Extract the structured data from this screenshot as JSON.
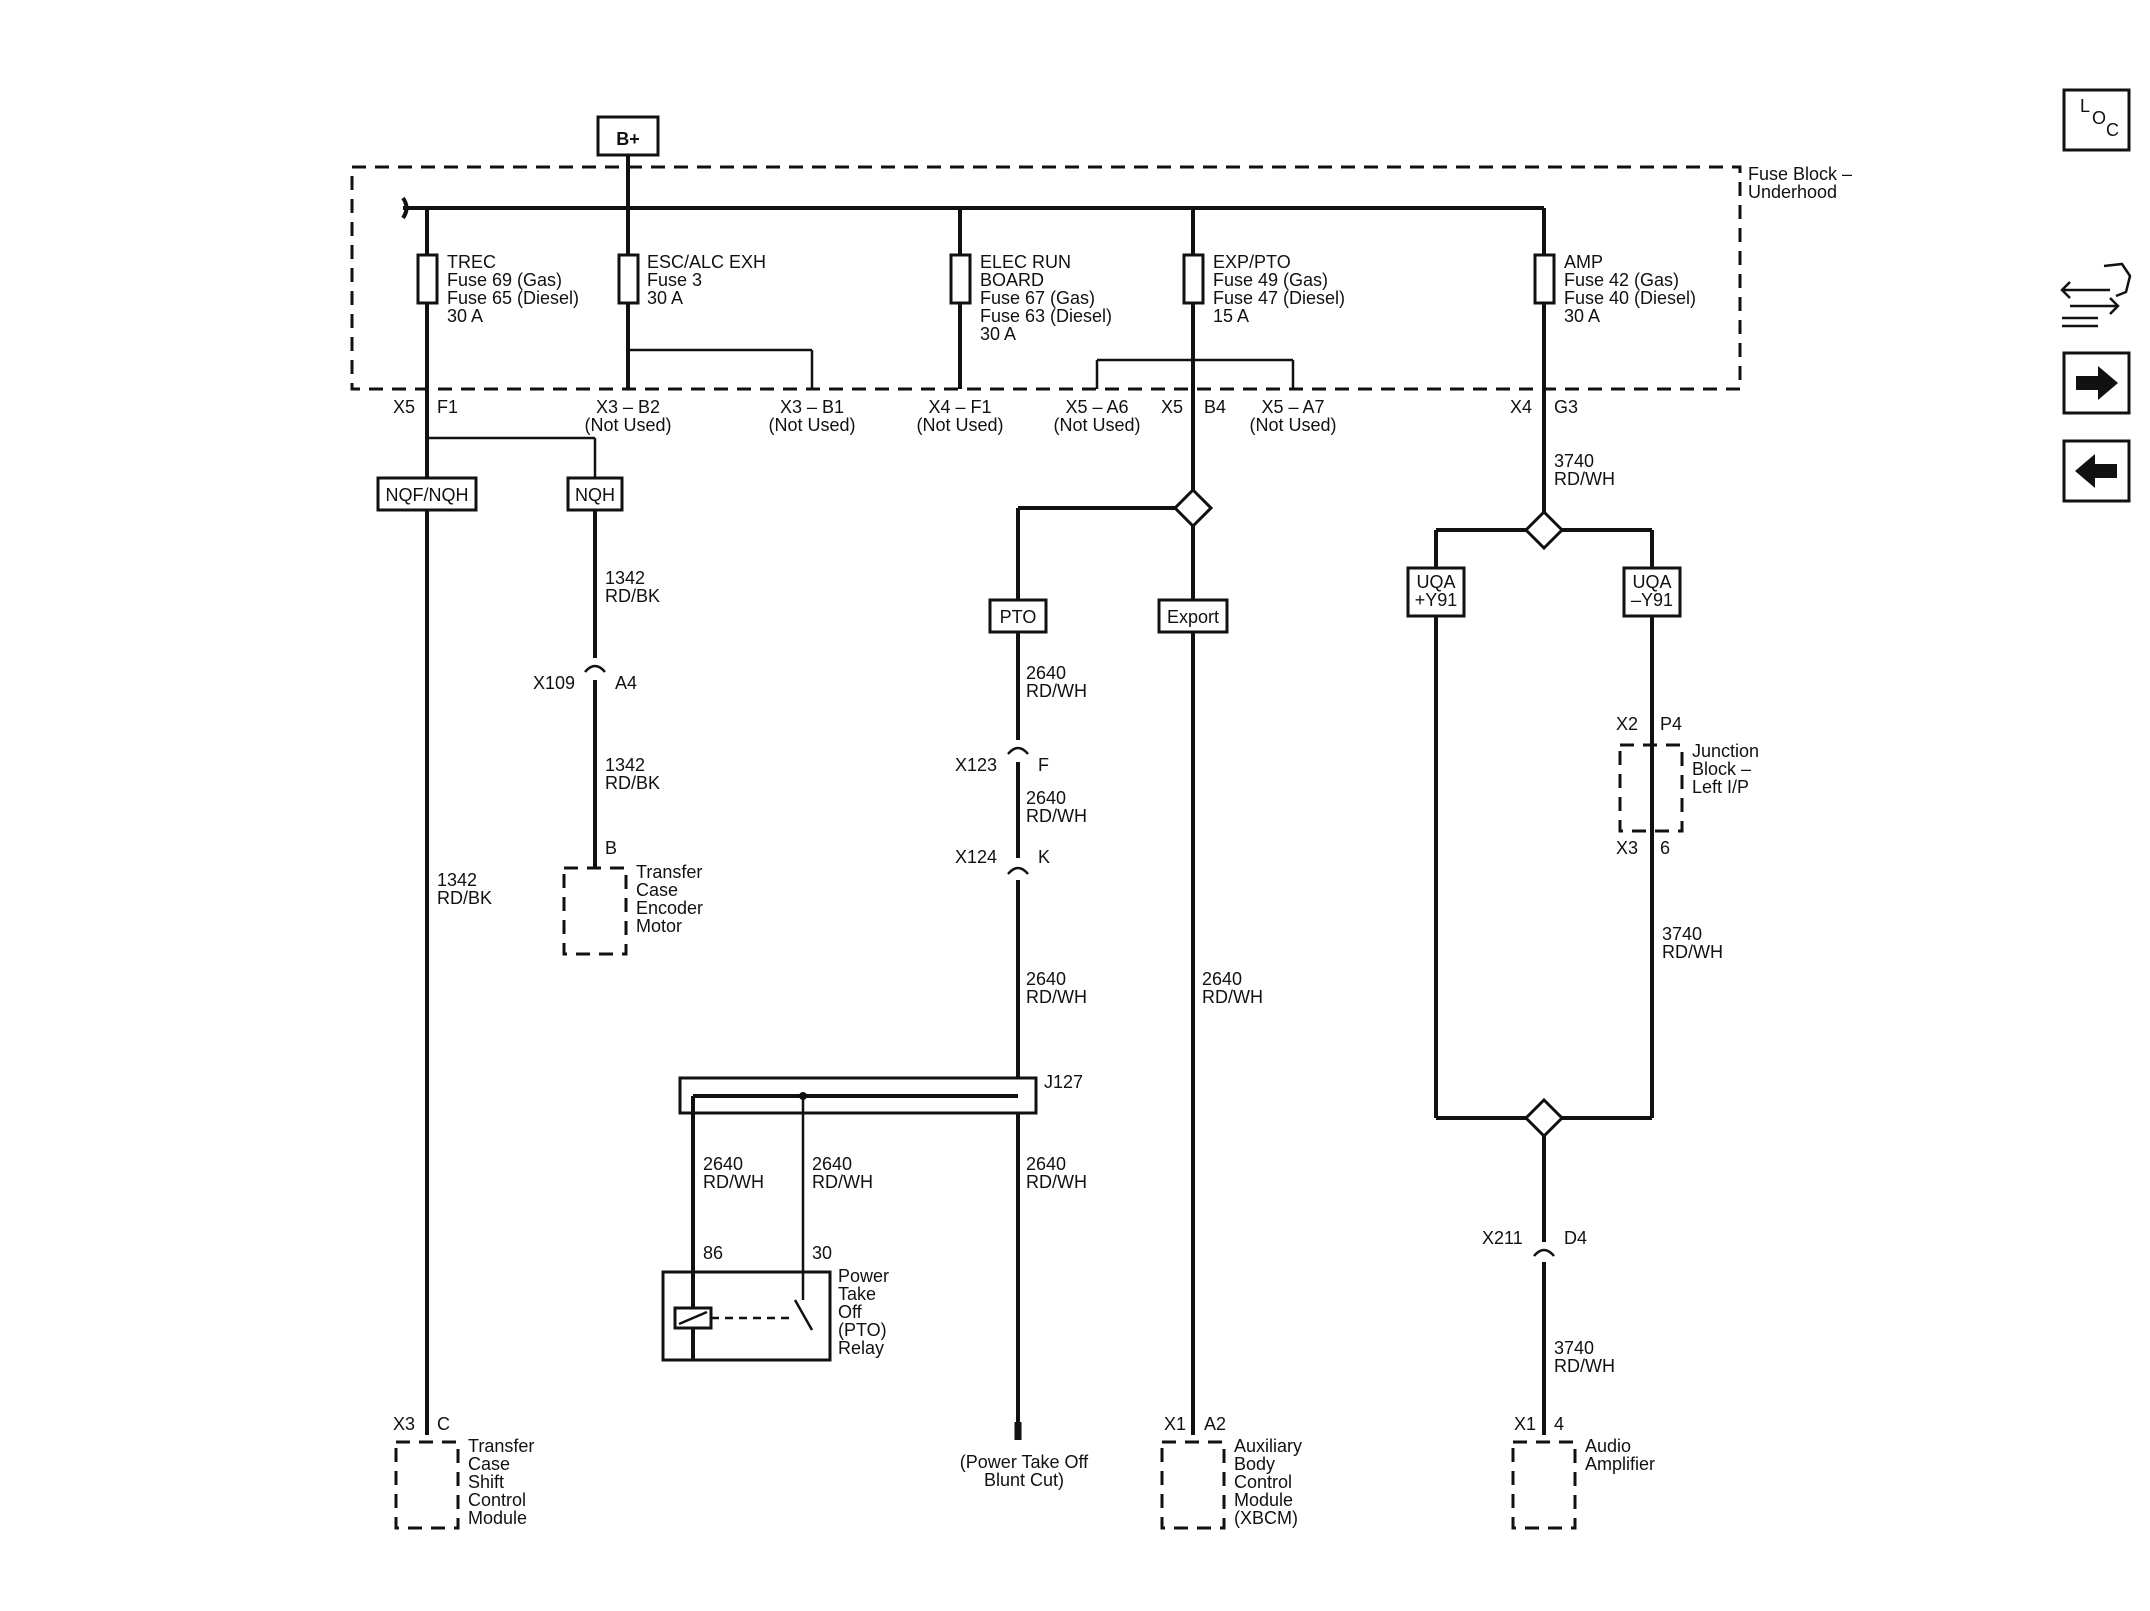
{
  "power_source": "B+",
  "fuse_block": {
    "title_line1": "Fuse Block –",
    "title_line2": "Underhood"
  },
  "fuses": [
    {
      "name": "TREC",
      "l1": "Fuse 69 (Gas)",
      "l2": "Fuse 65 (Diesel)",
      "l3": "30 A"
    },
    {
      "name": "ESC/ALC EXH",
      "l1": "Fuse 3",
      "l2": "30 A",
      "l3": ""
    },
    {
      "name": "ELEC RUN",
      "l1": "BOARD",
      "l2": "Fuse 67 (Gas)",
      "l3": "Fuse 63 (Diesel)",
      "l4": "30 A"
    },
    {
      "name": "EXP/PTO",
      "l1": "Fuse 49 (Gas)",
      "l2": "Fuse 47 (Diesel)",
      "l3": "15 A"
    },
    {
      "name": "AMP",
      "l1": "Fuse 42 (Gas)",
      "l2": "Fuse 40 (Diesel)",
      "l3": "30 A"
    }
  ],
  "pins": {
    "x5": "X5",
    "f1": "F1",
    "x3b2": "X3 – B2",
    "x3b1": "X3 – B1",
    "x4f1": "X4 – F1",
    "x5a6": "X5 – A6",
    "b4x5": "X5",
    "b4": "B4",
    "x5a7": "X5 – A7",
    "x4": "X4",
    "g3": "G3",
    "not_used": "(Not Used)"
  },
  "options": {
    "nqf_noh": "NQF/NQH",
    "nqh": "NQH",
    "pto": "PTO",
    "export": "Export",
    "uqa_plus_1": "UQA",
    "uqa_plus_2": "+Y91",
    "uqa_minus_1": "UQA",
    "uqa_minus_2": "–Y91"
  },
  "wires": {
    "circ_1342": "1342",
    "color_rdbk": "RD/BK",
    "circ_2640": "2640",
    "color_rdwh": "RD/WH",
    "circ_3740": "3740"
  },
  "connectors": {
    "x109": "X109",
    "a4": "A4",
    "x123": "X123",
    "f": "F",
    "x124": "X124",
    "k": "K",
    "j127": "J127",
    "x211": "X211",
    "d4": "D4",
    "x2": "X2",
    "p4": "P4",
    "x3j": "X3",
    "six": "6",
    "b": "B",
    "x3c": "X3",
    "c": "C",
    "x1a": "X1",
    "a2": "A2",
    "x1b": "X1",
    "four": "4",
    "pin86": "86",
    "pin30": "30"
  },
  "components": {
    "tce": [
      "Transfer",
      "Case",
      "Encoder",
      "Motor"
    ],
    "tcscm": [
      "Transfer",
      "Case",
      "Shift",
      "Control",
      "Module"
    ],
    "relay": [
      "Power",
      "Take",
      "Off",
      "(PTO)",
      "Relay"
    ],
    "blunt": [
      "(Power Take Off",
      "Blunt Cut)"
    ],
    "xbcm": [
      "Auxiliary",
      "Body",
      "Control",
      "Module",
      "(XBCM)"
    ],
    "amp": [
      "Audio",
      "Amplifier"
    ],
    "jb": [
      "Junction",
      "Block –",
      "Left I/P"
    ]
  },
  "nav": {
    "loc_l": "L",
    "loc_o": "O",
    "loc_c": "C",
    "connector_icon": "connector-swap-icon",
    "next_icon": "arrow-right-icon",
    "prev_icon": "arrow-left-icon"
  }
}
